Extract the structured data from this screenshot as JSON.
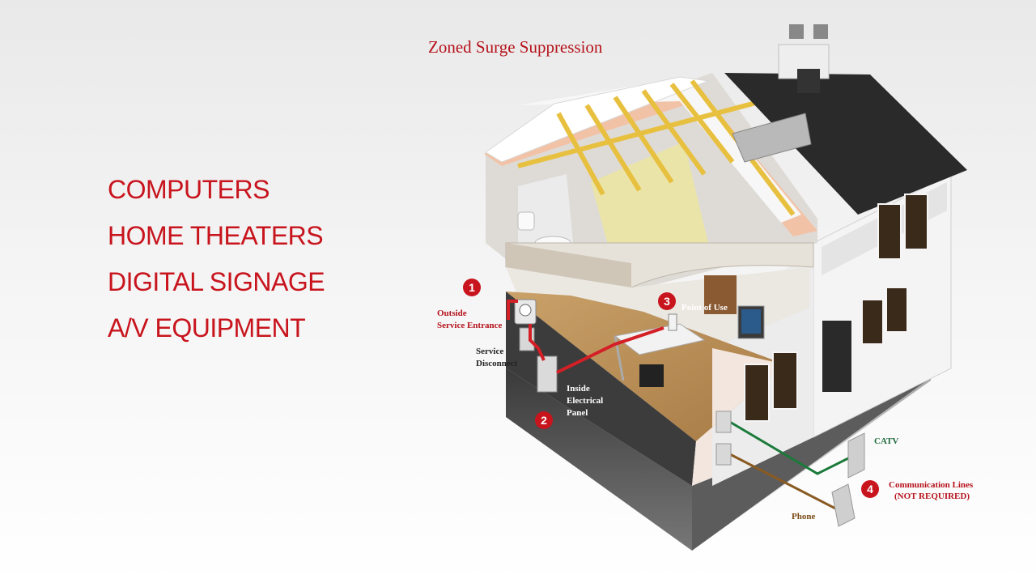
{
  "title": "Zoned Surge Suppression",
  "applications": [
    "COMPUTERS",
    "HOME THEATERS",
    "DIGITAL SIGNAGE",
    "A/V EQUIPMENT"
  ],
  "zones": [
    {
      "number": "1",
      "label_lines": [
        "Outside",
        "Service Entrance"
      ]
    },
    {
      "number": "2",
      "label_lines": [
        "Inside",
        "Electrical",
        "Panel"
      ]
    },
    {
      "number": "3",
      "label_lines": [
        "Point of Use"
      ]
    },
    {
      "number": "4",
      "label_lines": [
        "Communication Lines",
        "(NOT REQUIRED)"
      ]
    }
  ],
  "service_disconnect_lines": [
    "Service",
    "Disconnect"
  ],
  "catv_label": "CATV",
  "phone_label": "Phone",
  "colors": {
    "accent": "#c8141d",
    "power_line": "#d41f26",
    "catv_line": "#1b7a3a",
    "phone_line": "#8a5a22"
  }
}
